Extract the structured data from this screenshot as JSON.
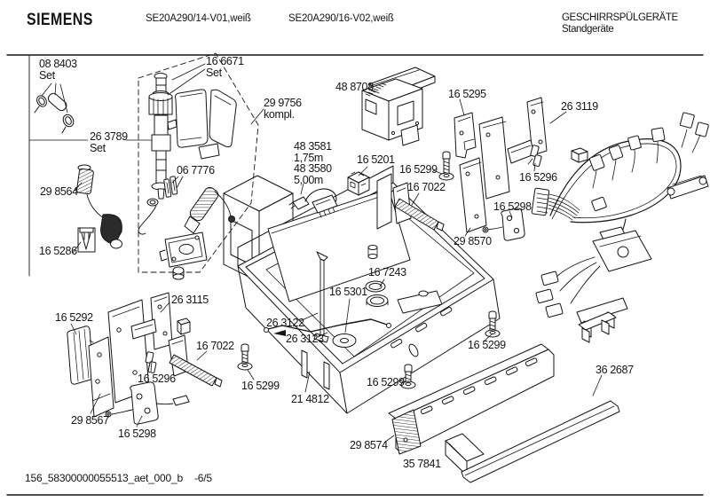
{
  "header": {
    "brand": "SIEMENS",
    "model_variant_1": "SE20A290/14-V01,weiß",
    "model_variant_2": "SE20A290/16-V02,weiß",
    "product_category_block": "GESCHIRRSPÜLGERÄTE\nStandgeräte"
  },
  "footer": {
    "document_code": "156_58300000055513_aet_000_b",
    "sheet": "-6/5"
  },
  "diagram": {
    "description": "Exploded spare-parts drawing of dishwasher base assembly",
    "part_labels": [
      {
        "text": "08 8403\nSet"
      },
      {
        "text": "16 6671\nSet"
      },
      {
        "text": "29 9756\nkompl."
      },
      {
        "text": "26 3789\nSet"
      },
      {
        "text": "48 8708"
      },
      {
        "text": "16 5295"
      },
      {
        "text": "26 3119"
      },
      {
        "text": "48 3581\n1,75m\n48 3580\n5,00m"
      },
      {
        "text": "16 5201"
      },
      {
        "text": "06 7776"
      },
      {
        "text": "16 5299"
      },
      {
        "text": "16 5296"
      },
      {
        "text": "29 8564"
      },
      {
        "text": "16 7022"
      },
      {
        "text": "16 5298"
      },
      {
        "text": "29 8570"
      },
      {
        "text": "16 5286"
      },
      {
        "text": "16 7243"
      },
      {
        "text": "16 5301"
      },
      {
        "text": "26 3115"
      },
      {
        "text": "16 5292"
      },
      {
        "text": "26 3122"
      },
      {
        "text": "26 3123"
      },
      {
        "text": "16 7022"
      },
      {
        "text": "16 5299"
      },
      {
        "text": "16 5296"
      },
      {
        "text": "16 5299"
      },
      {
        "text": "16 5299"
      },
      {
        "text": "21 4812"
      },
      {
        "text": "36 2687"
      },
      {
        "text": "29 8567"
      },
      {
        "text": "16 5298"
      },
      {
        "text": "29 8574"
      },
      {
        "text": "35 7841"
      }
    ]
  }
}
